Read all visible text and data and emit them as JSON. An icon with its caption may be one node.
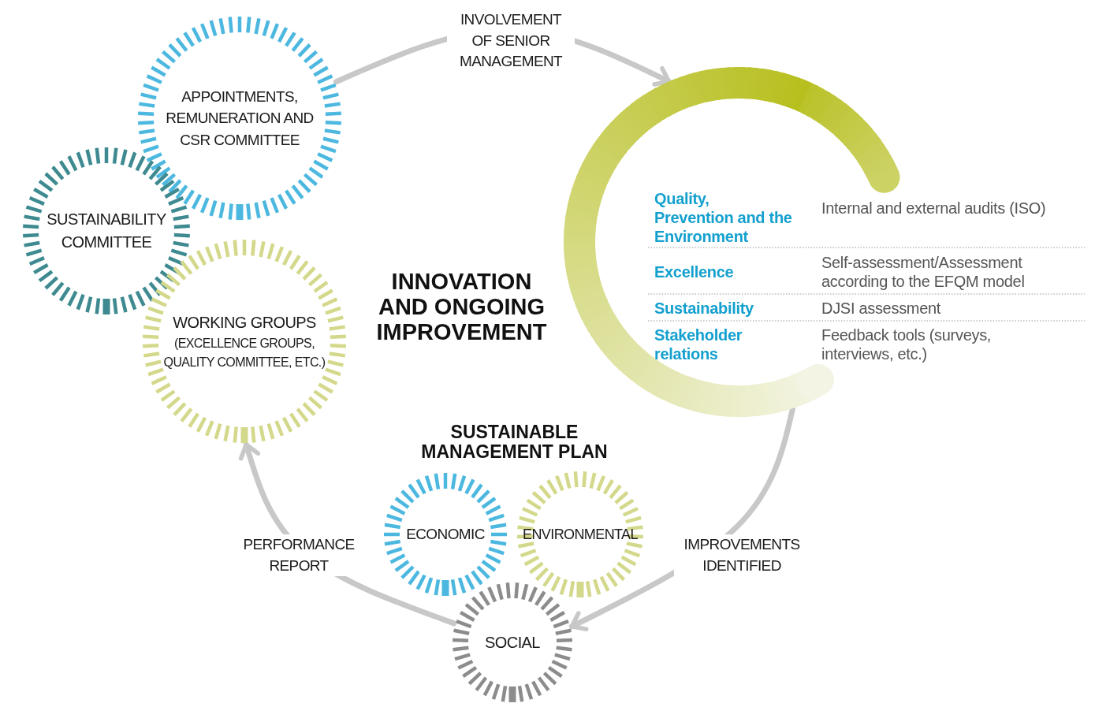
{
  "diagram": {
    "nodes": [
      {
        "text": [
          "APPOINTMENTS, REMUNERATION AND CSR COMMITTEE"
        ]
      },
      {
        "text": [
          "SUSTAINABILITY COMMITTEE"
        ]
      },
      {
        "text": [
          "WORKING GROUPS",
          "(EXCELLENCE GROUPS, QUALITY COMMITTEE, ETC.)"
        ]
      },
      {
        "text": [],
        "shape": "arc"
      },
      {
        "text": [
          "ECONOMIC"
        ]
      },
      {
        "text": [
          "ENVIRONMENTAL"
        ]
      },
      {
        "text": [
          "SOCIAL"
        ]
      }
    ],
    "edges": [
      {
        "from": 0,
        "to": 3,
        "arrow": "to",
        "label": "INVOLVEMENT OF SENIOR MANAGEMENT"
      },
      {
        "from": 3,
        "to": 6,
        "arrow": "to",
        "label": "IMPROVEMENTS IDENTIFIED"
      },
      {
        "from": 6,
        "to": 2,
        "arrow": "to",
        "label": "PERFORMANCE REPORT"
      }
    ],
    "labels": [
      "INNOVATION AND ONGOING IMPROVEMENT",
      "Quality, Prevention and the Environment",
      "Internal and external audits (ISO)",
      "Excellence",
      "Self-assessment/Assessment according to the EFQM model",
      "Sustainability",
      "DJSI assessment",
      "Stakeholder relations",
      "Feedback tools (surveys, interviews, etc.)",
      "SUSTAINABLE MANAGEMENT PLAN"
    ]
  }
}
